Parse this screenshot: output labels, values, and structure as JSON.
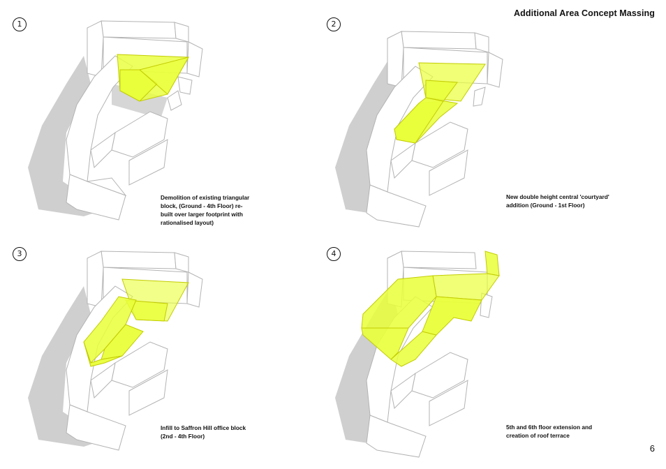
{
  "page": {
    "title": "Additional Area Concept Massing",
    "number": "6"
  },
  "colors": {
    "highlight": "#e9ff3a",
    "highlight_edge": "#c8d400",
    "building": "#ffffff",
    "building_edge": "#b5b5b5",
    "shadow": "#c9c9c9"
  },
  "panels": [
    {
      "step": "1",
      "caption": "Demolition of existing triangular\nblock, (Ground - 4th Floor) re-\nbuilt over larger footprint with\nrationalised layout)"
    },
    {
      "step": "2",
      "caption": "New double height central 'courtyard'\naddition  (Ground - 1st Floor)"
    },
    {
      "step": "3",
      "caption": "Infill to Saffron Hill office block\n(2nd - 4th Floor)"
    },
    {
      "step": "4",
      "caption": "5th and 6th floor extension and\ncreation of roof terrace"
    }
  ]
}
